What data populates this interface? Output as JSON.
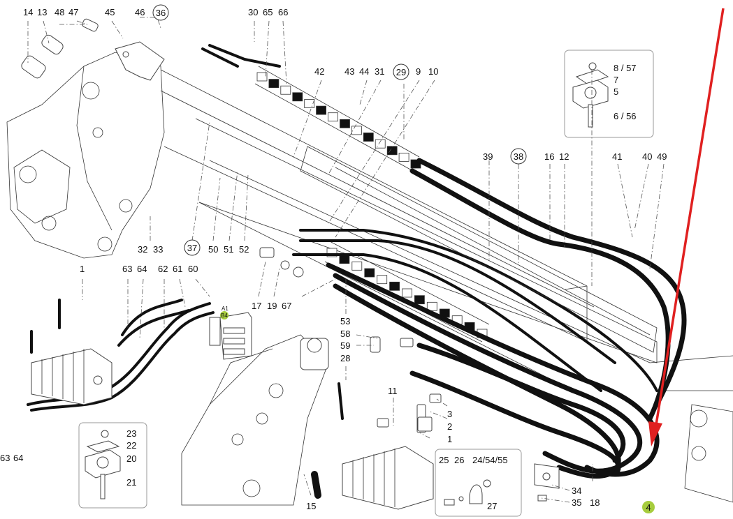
{
  "callouts": {
    "top_left": [
      "14",
      "13",
      "48",
      "47",
      "45",
      "46",
      "36",
      "30",
      "65",
      "66"
    ],
    "top_mid": [
      "42",
      "43",
      "44",
      "31",
      "29",
      "9",
      "10"
    ],
    "kit_right": [
      "8 / 57",
      "7",
      "5",
      "6 / 56"
    ],
    "right_row": [
      "39",
      "38",
      "16",
      "12",
      "41",
      "40",
      "49"
    ],
    "mid_left": [
      "32",
      "33",
      "37",
      "50",
      "51",
      "52"
    ],
    "lower_left": [
      "1",
      "63",
      "64",
      "62",
      "61",
      "60"
    ],
    "bottom_left": [
      "63",
      "64"
    ],
    "mid": [
      "17",
      "19",
      "67",
      "53",
      "58",
      "59",
      "28",
      "11"
    ],
    "fittings": [
      "3",
      "2",
      "1"
    ],
    "bottom": [
      "15",
      "34",
      "35",
      "18",
      "4"
    ],
    "kit_left": [
      "23",
      "22",
      "20",
      "21"
    ],
    "kit_bottom": [
      "25",
      "26",
      "24/54/55",
      "27"
    ]
  },
  "valve_tag": [
    "A1",
    "B4"
  ],
  "colors": {
    "pointer_arrow": "#e02020",
    "highlight_marker": "#a6cc3d",
    "hose": "#111111"
  }
}
